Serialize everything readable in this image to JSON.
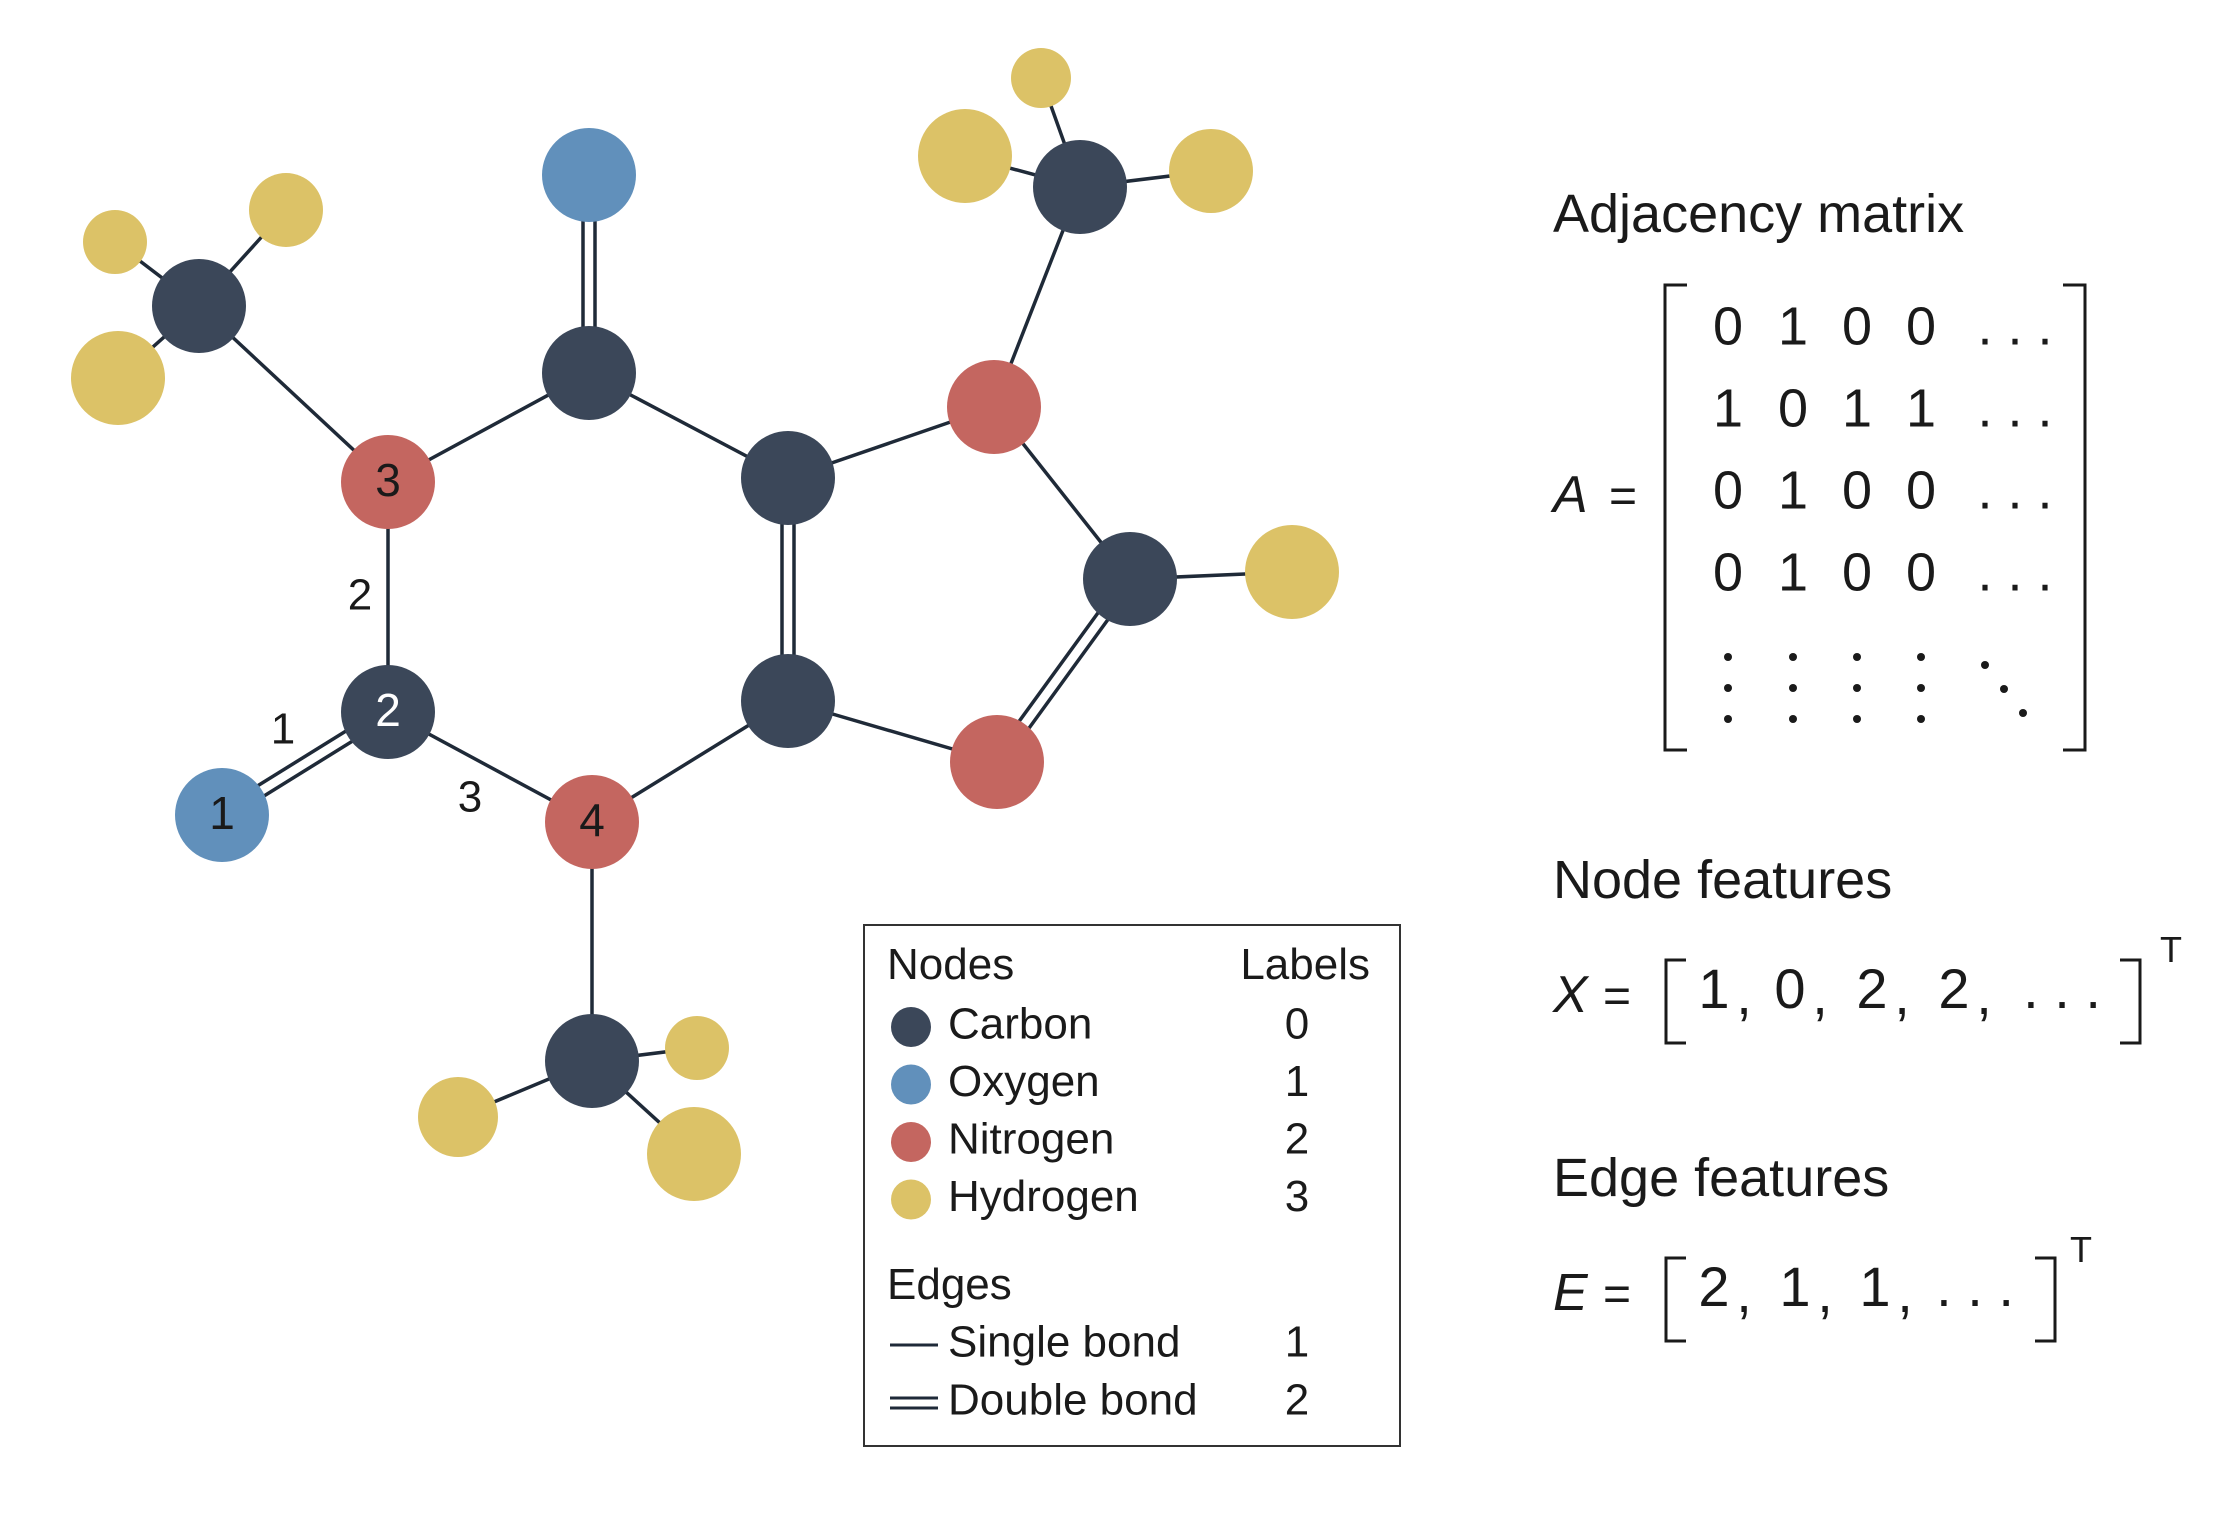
{
  "colors": {
    "carbon": "#3b4759",
    "oxygen": "#6190bb",
    "nitrogen": "#c46660",
    "hydrogen": "#dcc267",
    "bond": "#1f2a38",
    "text": "#1a1a1a"
  },
  "molecule": {
    "atoms": [
      {
        "id": "o_top",
        "type": "oxygen"
      },
      {
        "id": "c_top",
        "type": "carbon"
      },
      {
        "id": "n3",
        "type": "nitrogen",
        "label": "3"
      },
      {
        "id": "c2",
        "type": "carbon",
        "label": "2"
      },
      {
        "id": "o1",
        "type": "oxygen",
        "label": "1"
      },
      {
        "id": "n4",
        "type": "nitrogen",
        "label": "4"
      },
      {
        "id": "c_ring_top",
        "type": "carbon"
      },
      {
        "id": "c_ring_bot",
        "type": "carbon"
      },
      {
        "id": "n_right_top",
        "type": "nitrogen"
      },
      {
        "id": "c_right",
        "type": "carbon"
      },
      {
        "id": "n_right_bot",
        "type": "nitrogen"
      },
      {
        "id": "h_right",
        "type": "hydrogen"
      },
      {
        "id": "c_me_tl",
        "type": "carbon"
      },
      {
        "id": "h_tl1",
        "type": "hydrogen"
      },
      {
        "id": "h_tl2",
        "type": "hydrogen"
      },
      {
        "id": "h_tl3",
        "type": "hydrogen"
      },
      {
        "id": "c_me_tr",
        "type": "carbon"
      },
      {
        "id": "h_tr1",
        "type": "hydrogen"
      },
      {
        "id": "h_tr2",
        "type": "hydrogen"
      },
      {
        "id": "h_tr3",
        "type": "hydrogen"
      },
      {
        "id": "c_me_b",
        "type": "carbon"
      },
      {
        "id": "h_b1",
        "type": "hydrogen"
      },
      {
        "id": "h_b2",
        "type": "hydrogen"
      },
      {
        "id": "h_b3",
        "type": "hydrogen"
      }
    ],
    "bonds": [
      {
        "from": "o_top",
        "to": "c_top",
        "order": 2
      },
      {
        "from": "c_top",
        "to": "n3",
        "order": 1
      },
      {
        "from": "c_top",
        "to": "c_ring_top",
        "order": 1
      },
      {
        "from": "n3",
        "to": "c2",
        "order": 1,
        "label": "2"
      },
      {
        "from": "c2",
        "to": "o1",
        "order": 2,
        "label": "1"
      },
      {
        "from": "c2",
        "to": "n4",
        "order": 1,
        "label": "3"
      },
      {
        "from": "n4",
        "to": "c_ring_bot",
        "order": 1
      },
      {
        "from": "c_ring_top",
        "to": "c_ring_bot",
        "order": 2
      },
      {
        "from": "c_ring_top",
        "to": "n_right_top",
        "order": 1
      },
      {
        "from": "n_right_top",
        "to": "c_right",
        "order": 1
      },
      {
        "from": "c_right",
        "to": "n_right_bot",
        "order": 2
      },
      {
        "from": "n_right_bot",
        "to": "c_ring_bot",
        "order": 1
      },
      {
        "from": "c_right",
        "to": "h_right",
        "order": 1
      },
      {
        "from": "n3",
        "to": "c_me_tl",
        "order": 1
      },
      {
        "from": "c_me_tl",
        "to": "h_tl1",
        "order": 1
      },
      {
        "from": "c_me_tl",
        "to": "h_tl2",
        "order": 1
      },
      {
        "from": "c_me_tl",
        "to": "h_tl3",
        "order": 1
      },
      {
        "from": "n_right_top",
        "to": "c_me_tr",
        "order": 1
      },
      {
        "from": "c_me_tr",
        "to": "h_tr1",
        "order": 1
      },
      {
        "from": "c_me_tr",
        "to": "h_tr2",
        "order": 1
      },
      {
        "from": "c_me_tr",
        "to": "h_tr3",
        "order": 1
      },
      {
        "from": "n4",
        "to": "c_me_b",
        "order": 1
      },
      {
        "from": "c_me_b",
        "to": "h_b1",
        "order": 1
      },
      {
        "from": "c_me_b",
        "to": "h_b2",
        "order": 1
      },
      {
        "from": "c_me_b",
        "to": "h_b3",
        "order": 1
      }
    ]
  },
  "legend": {
    "nodes_title": "Nodes",
    "labels_title": "Labels",
    "nodes": [
      {
        "name": "Carbon",
        "label": "0",
        "type": "carbon"
      },
      {
        "name": "Oxygen",
        "label": "1",
        "type": "oxygen"
      },
      {
        "name": "Nitrogen",
        "label": "2",
        "type": "nitrogen"
      },
      {
        "name": "Hydrogen",
        "label": "3",
        "type": "hydrogen"
      }
    ],
    "edges_title": "Edges",
    "edges": [
      {
        "name": "Single bond",
        "label": "1",
        "order": 1
      },
      {
        "name": "Double bond",
        "label": "2",
        "order": 2
      }
    ]
  },
  "adjacency": {
    "title": "Adjacency matrix",
    "symbol": "A",
    "equals": "=",
    "rows": [
      [
        "0",
        "1",
        "0",
        "0",
        ". . ."
      ],
      [
        "1",
        "0",
        "1",
        "1",
        ". . ."
      ],
      [
        "0",
        "1",
        "0",
        "0",
        ". . ."
      ],
      [
        "0",
        "1",
        "0",
        "0",
        ". . ."
      ]
    ]
  },
  "node_features": {
    "title": "Node features",
    "symbol": "X",
    "equals": "=",
    "values": [
      "1",
      "0",
      "2",
      "2",
      ". . ."
    ],
    "transpose": "T"
  },
  "edge_features": {
    "title": "Edge features",
    "symbol": "E",
    "equals": "=",
    "values": [
      "2",
      "1",
      "1",
      ". . ."
    ],
    "transpose": "T"
  }
}
